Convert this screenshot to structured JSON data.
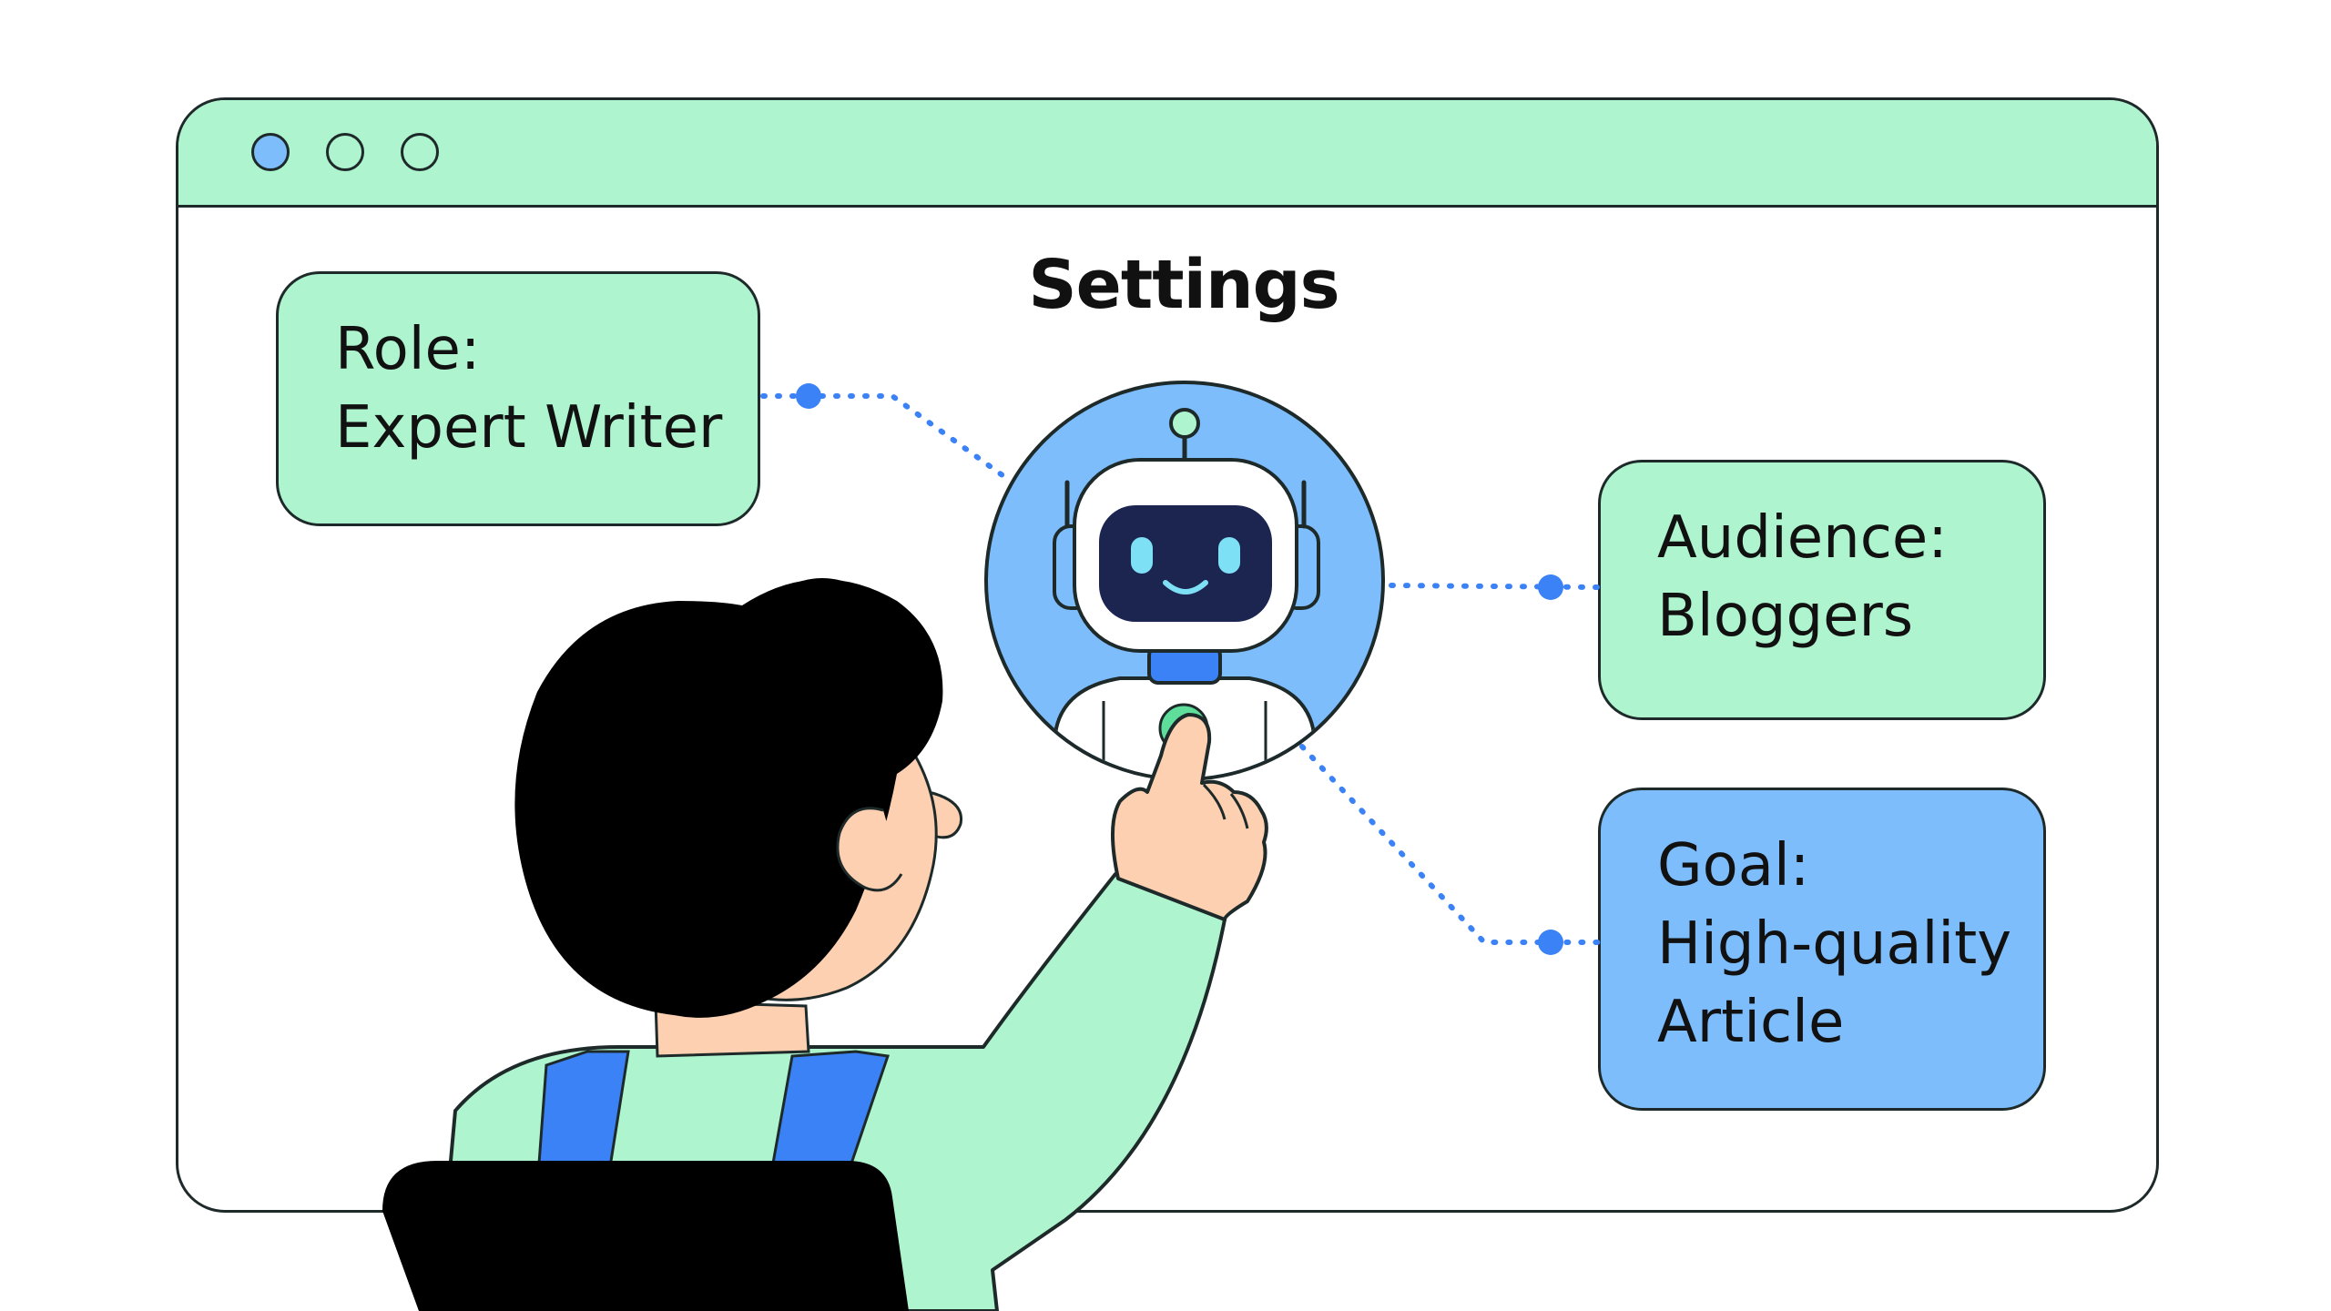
{
  "page": {
    "title": "Settings"
  },
  "window": {
    "controls": [
      "close",
      "minimize",
      "maximize"
    ]
  },
  "cards": {
    "role": {
      "label": "Role:",
      "value": "Expert Writer"
    },
    "audience": {
      "label": "Audience:",
      "value": "Bloggers"
    },
    "goal": {
      "label": "Goal:",
      "value_line1": "High-quality",
      "value_line2": "Article"
    }
  },
  "icons": {
    "assistant": "robot-icon",
    "user": "person-illustration"
  },
  "colors": {
    "mint": "#aef5cf",
    "blue": "#7dbdfc",
    "connector": "#3b82f6",
    "outline": "#1e2a2a",
    "dark": "#000000",
    "skin": "#fdd0b1"
  }
}
